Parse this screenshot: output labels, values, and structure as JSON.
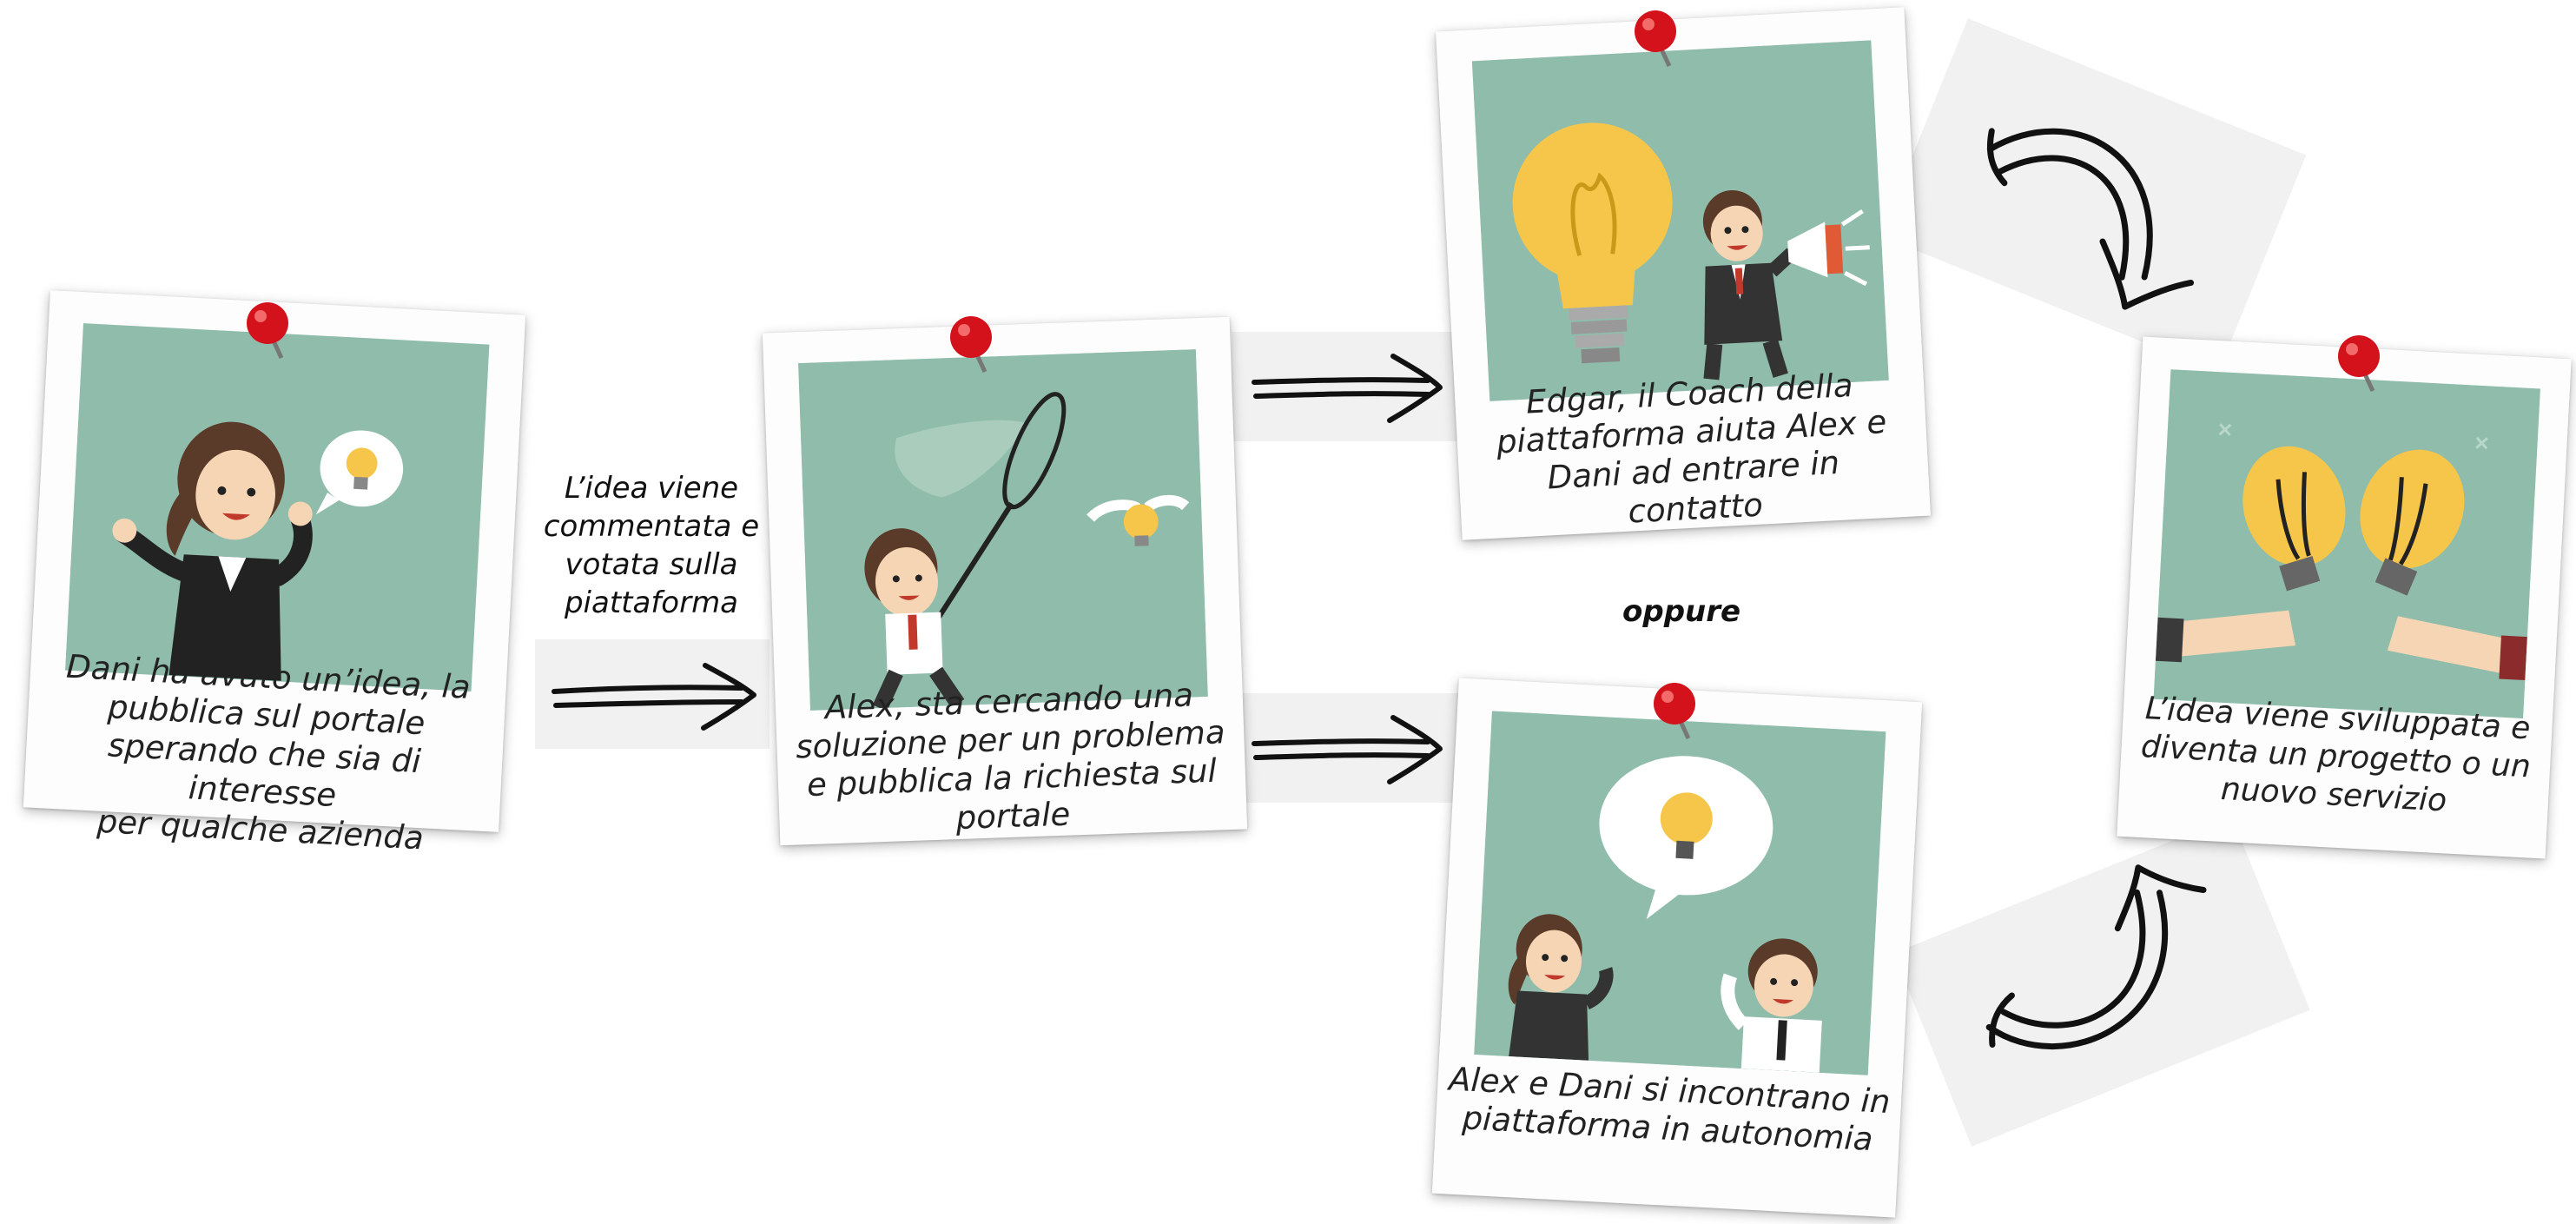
{
  "steps": {
    "step1": "Dani ha avuto un’idea, la\npubblica sul portale\nsperando che sia di interesse\nper qualche azienda",
    "step2": "Alex, sta cercando una\nsoluzione per un problema\ne pubblica la richiesta sul\nportale",
    "step3a": "Edgar, il Coach della\npiattaforma aiuta Alex e\nDani ad entrare in\ncontatto",
    "step3b": "Alex e Dani si incontrano in\npiattaforma in autonomia",
    "step4": "L’idea viene sviluppata e\ndiventa un progetto o un\nnuovo servizio"
  },
  "connector_label": "L’idea viene\ncommentata e\nvotata sulla\npiattaforma",
  "alternative_label": "oppure",
  "colors": {
    "photo_background": "#8fbcab",
    "frame": "#fdfdfd",
    "pin": "#d3121b",
    "bulb": "#f5c64a",
    "ink": "#111111"
  },
  "icons": [
    "push-pin-icon",
    "double-arrow-icon",
    "curved-double-arrow-icon",
    "lightbulb-icon"
  ]
}
